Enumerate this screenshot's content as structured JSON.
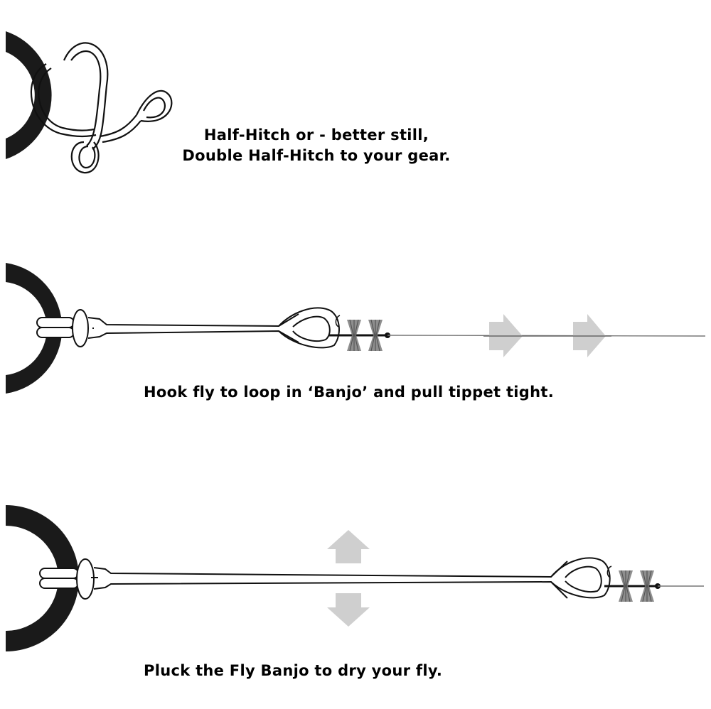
{
  "colors": {
    "ring": "#1a1a1a",
    "line": "#111111",
    "arrow": "#cfcfcf",
    "fly": "#6e6e6e",
    "tippet": "#777777",
    "background": "#ffffff"
  },
  "steps": [
    {
      "id": 1,
      "caption_lines": [
        "Half-Hitch or - better still,",
        "Double Half-Hitch to your gear."
      ],
      "illustration": "ring-with-double-half-hitch-loop"
    },
    {
      "id": 2,
      "caption_lines": [
        "Hook fly to loop in ‘Banjo’ and pull tippet tight."
      ],
      "illustration": "banjo-cord-with-fly-and-right-arrows",
      "arrows": [
        "arrow-right",
        "arrow-right"
      ]
    },
    {
      "id": 3,
      "caption_lines": [
        "Pluck the Fly Banjo to dry your fly."
      ],
      "illustration": "stretched-banjo-cord-with-up-down-arrows",
      "arrows": [
        "arrow-up",
        "arrow-down"
      ]
    }
  ]
}
